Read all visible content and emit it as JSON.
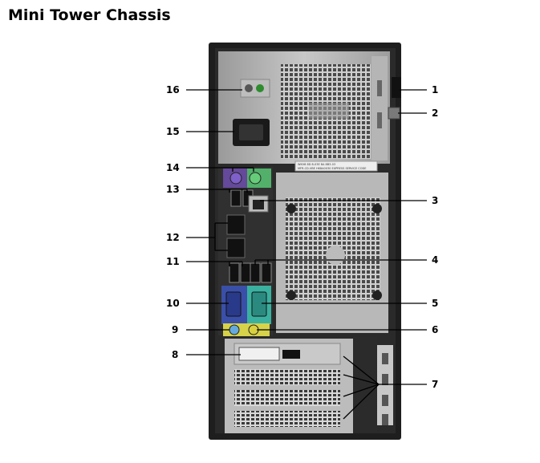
{
  "title": "Mini Tower Chassis",
  "callouts": [
    {
      "n": "1"
    },
    {
      "n": "2"
    },
    {
      "n": "3"
    },
    {
      "n": "4"
    },
    {
      "n": "5"
    },
    {
      "n": "6"
    },
    {
      "n": "7"
    },
    {
      "n": "8"
    },
    {
      "n": "9"
    },
    {
      "n": "10"
    },
    {
      "n": "11"
    },
    {
      "n": "12"
    },
    {
      "n": "13"
    },
    {
      "n": "14"
    },
    {
      "n": "15"
    },
    {
      "n": "16"
    }
  ],
  "labels": {
    "psu_label_line1": "WKV8 8D 8-03E 8A 8B3-03",
    "psu_label_line2": "MFR-CD.VBE HK8A0030 EXPRESS SERVICE CODE"
  }
}
